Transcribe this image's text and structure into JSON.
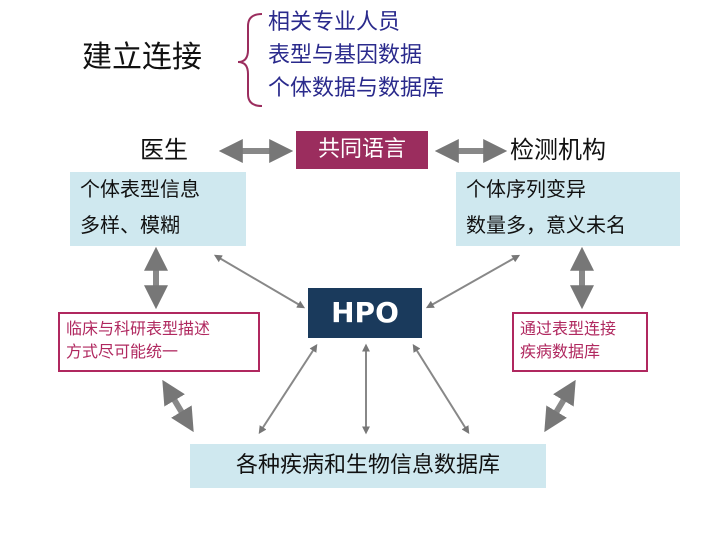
{
  "title": "建立连接",
  "brace_items": [
    "相关专业人员",
    "表型与基因数据",
    "个体数据与数据库"
  ],
  "doctor": {
    "heading": "医生",
    "lines": [
      "个体表型信息",
      "多样、模糊"
    ]
  },
  "common_language": "共同语言",
  "lab": {
    "heading": "检测机构",
    "lines": [
      "个体序列变异",
      "数量多，意义未名"
    ]
  },
  "left_box": [
    "临床与科研表型描述",
    "方式尽可能统一"
  ],
  "right_box": [
    "通过表型连接",
    "疾病数据库"
  ],
  "hpo": "HPO",
  "bottom": "各种疾病和生物信息数据库",
  "colors": {
    "maroon": "#9b2d5e",
    "light_blue": "#cfe8ef",
    "navy": "#1a3a5c",
    "brace_text": "#2a2a8c",
    "red_border": "#b0285f"
  }
}
